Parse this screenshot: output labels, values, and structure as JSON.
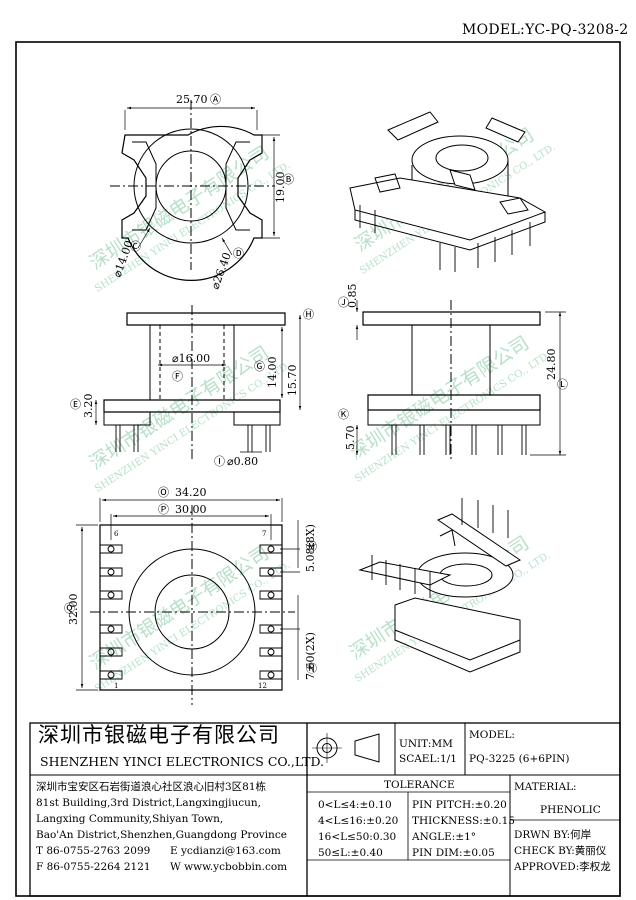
{
  "model_title": "MODEL:YC-PQ-3208-2",
  "dims": {
    "top_width": "25.70",
    "top_height": "19.00",
    "inner_dia": "⌀14.00",
    "outer_dia": "⌀26.40",
    "flange_top": "0.85",
    "core_dia": "⌀16.00",
    "window_h": "14.00",
    "body_h": "15.70",
    "base_h": "3.20",
    "overall_h": "24.80",
    "pin_len": "5.70",
    "pin_dia": "⌀0.80",
    "base_w": "34.20",
    "pin_span": "30.00",
    "pin_pitch": "5.08(8X)",
    "base_depth": "32.00",
    "pin_gap": "7.60(2X)"
  },
  "markers": {
    "A": "Ⓐ",
    "B": "Ⓑ",
    "C": "Ⓒ",
    "D": "Ⓓ",
    "E": "Ⓔ",
    "F": "Ⓕ",
    "G": "Ⓖ",
    "H": "Ⓗ",
    "I": "Ⓘ",
    "J": "Ⓙ",
    "K": "Ⓚ",
    "L": "Ⓛ",
    "M": "Ⓜ",
    "N": "Ⓝ",
    "O": "Ⓞ",
    "P": "Ⓟ",
    "Q": "Ⓠ"
  },
  "pin_numbers": {
    "p6": "6",
    "p7": "7",
    "p1": "1",
    "p12": "12"
  },
  "watermark": {
    "cn": "深圳市银磁电子有限公司",
    "en": "SHENZHEN YINCI ELECTRONICS CO., LTD."
  },
  "title_block": {
    "company_cn": "深圳市银磁电子有限公司",
    "company_en": "SHENZHEN YINCI ELECTRONICS CO.,LTD.",
    "address_lines": [
      "深圳市宝安区石岩街道浪心社区浪心旧村3区81栋",
      "81st Building,3rd District,Langxingjiucun,",
      "Langxing Community,Shiyan Town,",
      "Bao'An District,Shenzhen,Guangdong Province"
    ],
    "tel": "T 86-0755-2763 2099",
    "fax": "F 86-0755-2264 2121",
    "email": "E ycdianzi@163.com",
    "web": "W www.ycbobbin.com",
    "unit": "UNIT:MM",
    "scale": "SCAEL:1/1",
    "model_label": "MODEL:",
    "model_value": "PQ-3225 (6+6PIN)",
    "tolerance_label": "TOLERANCE",
    "tolerances_left": [
      "0<L≤4:±0.10",
      "4<L≤16:±0.20",
      "16<L≤50:0.30",
      "50≤L:±0.40"
    ],
    "tolerances_right": [
      "PIN PITCH:±0.20",
      "THICKNESS:±0.15",
      "ANGLE:±1°",
      "PIN DIM:±0.05"
    ],
    "material_label": "MATERIAL:",
    "material_value": "PHENOLIC",
    "drawn": "DRWN BY:何岸",
    "checked": "CHECK BY:黄丽仪",
    "approved": "APPROVED:李权龙"
  }
}
